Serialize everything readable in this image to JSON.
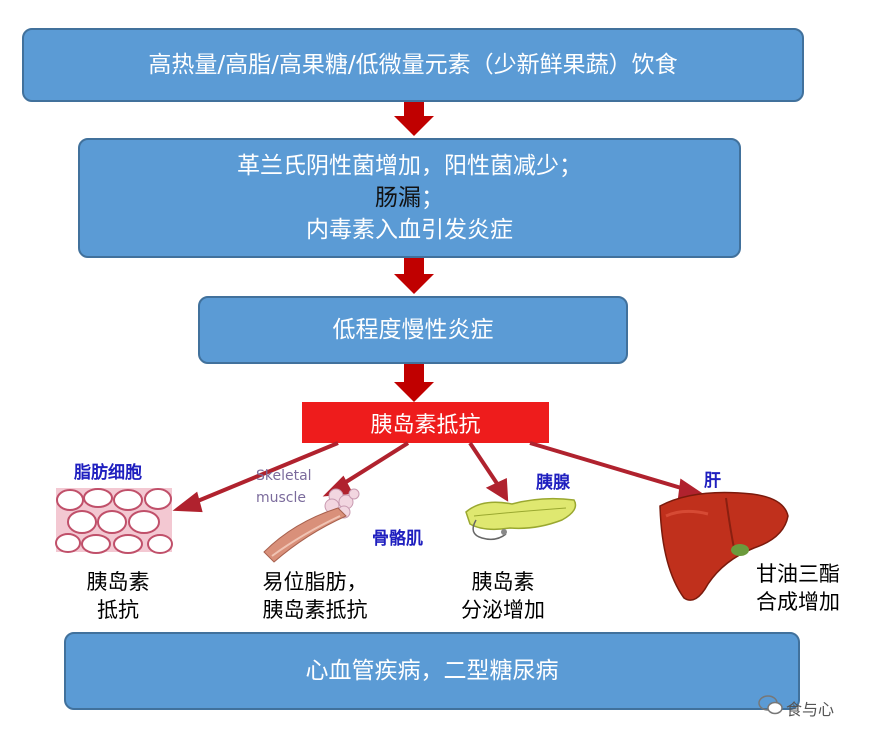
{
  "box1": {
    "text": "高热量/高脂/高果糖/低微量元素（少新鲜果蔬）饮食"
  },
  "box2": {
    "line1": "革兰氏阴性菌增加，阳性菌减少；",
    "line2": "肠漏",
    "line2_suffix": "；",
    "line3": "内毒素入血引发炎症"
  },
  "box3": {
    "text": "低程度慢性炎症"
  },
  "banner": {
    "text": "胰岛素抵抗"
  },
  "targets": {
    "fat": {
      "label": "脂肪细胞",
      "desc1": "胰岛素",
      "desc2": "抵抗"
    },
    "muscle": {
      "img_label1": "Skeletal",
      "img_label2": "muscle",
      "label": "骨骼肌",
      "desc1": "易位脂肪，",
      "desc2": "胰岛素抵抗"
    },
    "pancreas": {
      "label": "胰腺",
      "desc1": "胰岛素",
      "desc2": "分泌增加"
    },
    "liver": {
      "label": "肝",
      "desc1": "甘油三酯",
      "desc2": "合成增加"
    }
  },
  "box4": {
    "text": "心血管疾病，二型糖尿病"
  },
  "watermark": {
    "text": "食与心"
  },
  "colors": {
    "box_fill": "#5b9bd5",
    "arrow": "#c00000",
    "banner": "#ee1c1c",
    "label_blue": "#1f1fbf"
  }
}
